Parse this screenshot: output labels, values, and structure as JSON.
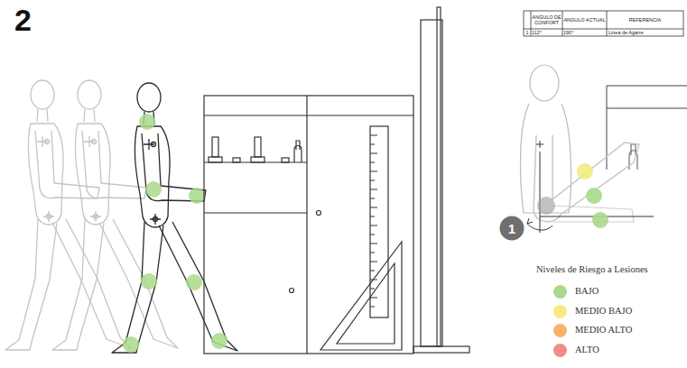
{
  "diagram": {
    "title": "2",
    "nodes": [
      {
        "text": [
          "1"
        ]
      }
    ],
    "labels": [
      "ANGULO DE CONFORT",
      "ANGULO ACTUAL",
      "REFERENCIA",
      "1",
      "112°",
      "190°",
      "Linea de Agarre",
      "Niveles de Riesgo a Lesiones"
    ],
    "legend": [
      {
        "text": "BAJO",
        "color": "#a9d98b"
      },
      {
        "text": "MEDIO BAJO",
        "color": "#f4ec80"
      },
      {
        "text": "MEDIO ALTO",
        "color": "#f6b26b"
      },
      {
        "text": "ALTO",
        "color": "#f28b8b"
      }
    ]
  }
}
